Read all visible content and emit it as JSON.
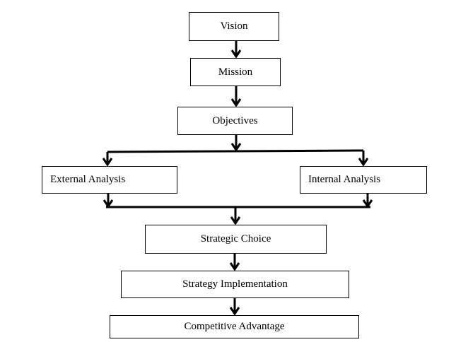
{
  "nodes": {
    "vision": "Vision",
    "mission": "Mission",
    "objectives": "Objectives",
    "external_analysis": "External Analysis",
    "internal_analysis": "Internal Analysis",
    "strategic_choice": "Strategic Choice",
    "strategy_implementation": "Strategy Implementation",
    "competitive_advantage": "Competitive Advantage"
  },
  "edges": [
    {
      "from": "vision",
      "to": "mission"
    },
    {
      "from": "mission",
      "to": "objectives"
    },
    {
      "from": "objectives",
      "to": "external_analysis"
    },
    {
      "from": "objectives",
      "to": "internal_analysis"
    },
    {
      "from": "external_analysis",
      "to": "strategic_choice"
    },
    {
      "from": "internal_analysis",
      "to": "strategic_choice"
    },
    {
      "from": "strategic_choice",
      "to": "strategy_implementation"
    },
    {
      "from": "strategy_implementation",
      "to": "competitive_advantage"
    }
  ]
}
